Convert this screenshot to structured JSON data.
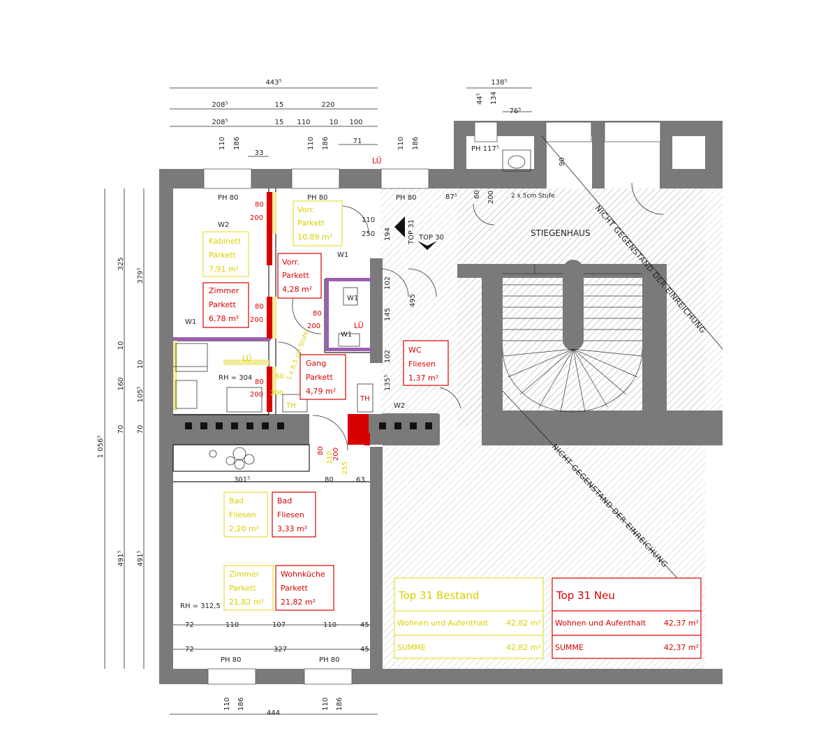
{
  "top_dims": {
    "row1": [
      "443⁵"
    ],
    "row2": [
      "208⁵",
      "15",
      "220"
    ],
    "row3": [
      "208⁵",
      "15",
      "110",
      "10",
      "100"
    ],
    "row4": [
      "110",
      "186",
      "110",
      "186",
      "110",
      "186"
    ],
    "small": [
      "33",
      "71"
    ]
  },
  "right_top_dims": {
    "d1": "138⁵",
    "d2": "44⁵",
    "d3": "134",
    "d4": "76⁵",
    "d5": "90",
    "ph117": "PH 117⁵"
  },
  "left_dims": {
    "col1": [
      "1 056⁵"
    ],
    "col2": [
      "325",
      "10",
      "160",
      "70",
      "491⁵"
    ],
    "col3": [
      "379⁵",
      "10",
      "105⁵",
      "70",
      "491⁵"
    ]
  },
  "interior_dims": [
    "80",
    "200",
    "80",
    "200",
    "80",
    "200",
    "60",
    "200",
    "110",
    "250",
    "194",
    "102",
    "145",
    "495",
    "102",
    "135⁵",
    "87⁵",
    "60",
    "200",
    "80",
    "200",
    "80",
    "110",
    "200",
    "255",
    "301⁵",
    "80",
    "63"
  ],
  "bottom_dims": {
    "row_a": [
      "72",
      "110",
      "107",
      "110",
      "45"
    ],
    "row_b": [
      "72",
      "327",
      "45"
    ],
    "row_c": [
      "444"
    ],
    "verticals": [
      "110",
      "186",
      "110",
      "186"
    ]
  },
  "labels": {
    "ph80": "PH 80",
    "rh304": "RH = 304",
    "rh3125": "RH = 312,5",
    "stair": "STIEGENHAUS",
    "top30": "TOP 30",
    "top31": "TOP 31",
    "stufe": "2 x 5cm Stufe",
    "stufe2": "1 x 8,5 cm Stufe",
    "not_part": "NICHT GEGENSTAND DER EINREICHUNG",
    "lu": "LÜ",
    "w1": "W1",
    "w2": "W2",
    "th": "TH"
  },
  "rooms_yellow": [
    {
      "name": "Kabinett",
      "floor": "Parkett",
      "area": "7,91 m²"
    },
    {
      "name": "Vorr.",
      "floor": "Parkett",
      "area": "10,89 m²"
    },
    {
      "name": "Bad",
      "floor": "Fliesen",
      "area": "2,20 m²"
    },
    {
      "name": "Zimmer",
      "floor": "Parkett",
      "area": "21,82 m²"
    }
  ],
  "rooms_red": [
    {
      "name": "Zimmer",
      "floor": "Parkett",
      "area": "6,78 m²"
    },
    {
      "name": "Vorr.",
      "floor": "Parkett",
      "area": "4,28 m²"
    },
    {
      "name": "Gang",
      "floor": "Parkett",
      "area": "4,79 m²"
    },
    {
      "name": "WC",
      "floor": "Fliesen",
      "area": "1,37 m²"
    },
    {
      "name": "Bad",
      "floor": "Fliesen",
      "area": "3,33 m²"
    },
    {
      "name": "Wohnküche",
      "floor": "Parkett",
      "area": "21,82 m²"
    }
  ],
  "summary_bestand": {
    "title": "Top 31 Bestand",
    "row1_label": "Wohnen und Aufenthalt",
    "row1_value": "42,82 m²",
    "row2_label": "SUMME",
    "row2_value": "42,82 m²",
    "color": "#e3df3a"
  },
  "summary_neu": {
    "title": "Top 31 Neu",
    "row1_label": "Wohnen und Aufenthalt",
    "row1_value": "42,37 m²",
    "row2_label": "SUMME",
    "row2_value": "42,37 m²",
    "color": "#d90000"
  }
}
